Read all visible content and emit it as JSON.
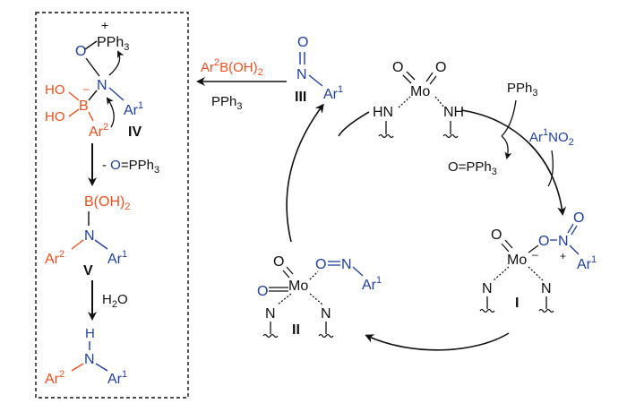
{
  "colors": {
    "black": "#111111",
    "blue": "#1f3f9a",
    "orange": "#e8501f"
  },
  "box": {
    "phosphonium": {
      "plus": "+",
      "p": "P",
      "ph": "Ph",
      "sub3": "3"
    },
    "o_top": "O",
    "n_center": "N",
    "b_minus": "–",
    "ho1": "HO",
    "ho2": "HO",
    "b_atom": "B",
    "ar1_top": {
      "ar": "Ar",
      "sup": "1"
    },
    "ar2_top": {
      "ar": "Ar",
      "sup": "2"
    },
    "label_iv": "IV",
    "step1": {
      "prefix": "- ",
      "o": "O",
      "eq": "=PPh",
      "sub": "3"
    },
    "boh2": {
      "b": "B(OH)",
      "sub": "2"
    },
    "n_v": "N",
    "ar2_v": {
      "ar": "Ar",
      "sup": "2"
    },
    "ar1_v": {
      "ar": "Ar",
      "sup": "1"
    },
    "label_v": "V",
    "h2o": {
      "h": "H",
      "sub": "2",
      "o": "O"
    },
    "h_amine": "H",
    "n_amine": "N",
    "ar2_amine": {
      "ar": "Ar",
      "sup": "2"
    },
    "ar1_amine": {
      "ar": "Ar",
      "sup": "1"
    }
  },
  "reagent_arrow": {
    "top": {
      "ar": "Ar",
      "sup": "2",
      "rest": "B(OH)",
      "sub": "2"
    },
    "bottom": {
      "ph": "PPh",
      "sub": "3"
    }
  },
  "nitroso_iii": {
    "o": "O",
    "n": "N",
    "ar": "Ar",
    "sup": "1",
    "label": "III"
  },
  "mo_top": {
    "o1": "O",
    "o2": "O",
    "mo": "Mo",
    "hn": "HN",
    "nh": "NH"
  },
  "right_arrow": {
    "pph3": {
      "ph": "PPh",
      "sub": "3"
    },
    "opph3": {
      "ph": "O=PPh",
      "sub": "3"
    },
    "ar1no2": {
      "ar": "Ar",
      "sup": "1",
      "no": "NO",
      "sub": "2"
    }
  },
  "complex_i": {
    "o_oxo": "O",
    "o_nitro": "O",
    "n_nitro": "N",
    "o_nitro_top": "O",
    "mo": "Mo",
    "minus": "–",
    "plus": "+",
    "ar": "Ar",
    "sup": "1",
    "n1": "N",
    "n2": "N",
    "label": "I"
  },
  "complex_ii": {
    "o_oxo": "O",
    "o_blue": "O",
    "o_nitroso": "O",
    "n_nitroso": "N",
    "mo": "Mo",
    "ar": "Ar",
    "sup": "1",
    "n1": "N",
    "n2": "N",
    "label": "II"
  }
}
